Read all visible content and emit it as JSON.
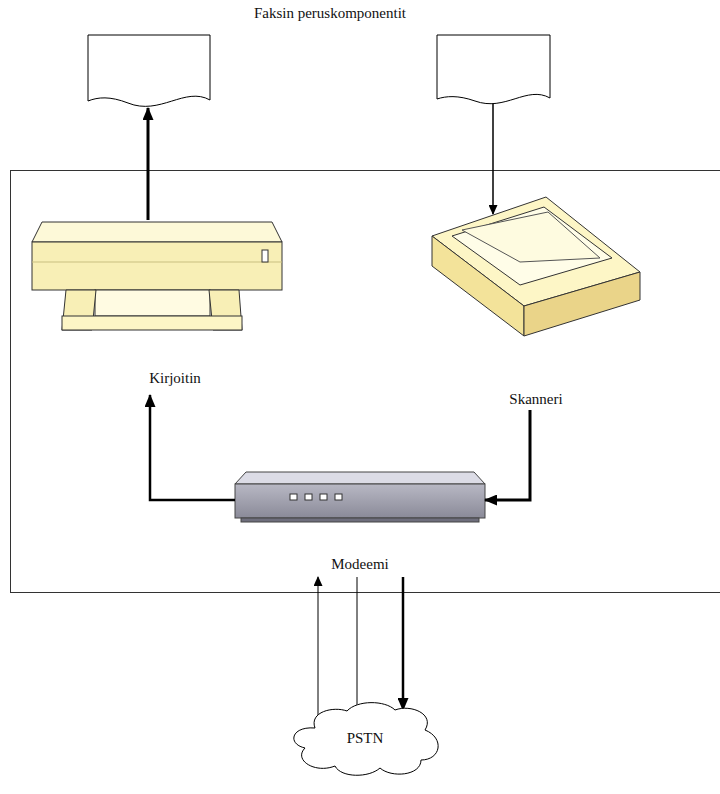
{
  "diagram": {
    "title": "Faksin peruskomponentit",
    "nodes": [
      {
        "text": [
          "Kirjoitin"
        ]
      },
      {
        "text": [
          "Skanneri"
        ]
      },
      {
        "text": [
          "Modeemi"
        ]
      },
      {
        "text": [
          "PSTN"
        ]
      }
    ],
    "edges": [
      {
        "from": 1,
        "to": 2,
        "arrow": "to"
      },
      {
        "from": 2,
        "to": 0,
        "arrow": "to"
      },
      {
        "from": 3,
        "to": 2,
        "arrow": "to"
      },
      {
        "from": 3,
        "to": 2,
        "arrow": "none"
      },
      {
        "from": 2,
        "to": 3,
        "arrow": "to"
      }
    ]
  }
}
